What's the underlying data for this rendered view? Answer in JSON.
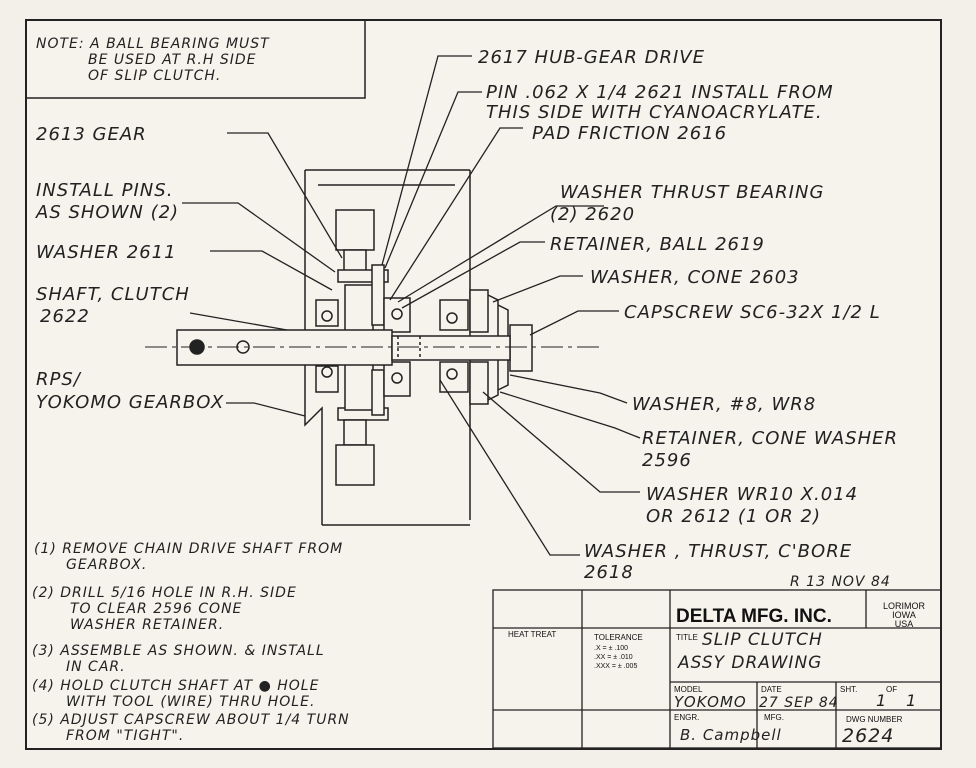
{
  "note": [
    "NOTE:  A BALL BEARING MUST",
    "BE USED AT R.H SIDE",
    "OF SLIP CLUTCH."
  ],
  "labels": {
    "hub_gear": "2617  HUB-GEAR DRIVE",
    "pin_1": "PIN  .062 X 1/4   2621  INSTALL FROM",
    "pin_2": "THIS SIDE WITH CYANOACRYLATE.",
    "pad_friction": "PAD  FRICTION  2616",
    "gear": "2613  GEAR",
    "install_pins_1": "INSTALL  PINS.",
    "install_pins_2": "AS SHOWN (2)",
    "washer_thrust_bearing_1": "WASHER THRUST BEARING",
    "washer_thrust_bearing_2": "(2) 2620",
    "washer_2611": "WASHER  2611",
    "retainer_ball": "RETAINER, BALL  2619",
    "washer_cone": "WASHER, CONE  2603",
    "shaft_1": "SHAFT, CLUTCH",
    "shaft_2": "2622",
    "capscrew": "CAPSCREW  SC6-32X 1/2 L",
    "rps_1": "RPS/",
    "rps_2": "YOKOMO GEARBOX",
    "washer_8": "WASHER, #8, WR8",
    "retainer_cone_1": "RETAINER, CONE WASHER",
    "retainer_cone_2": "2596",
    "washer_wr10_1": "WASHER  WR10 X.014",
    "washer_wr10_2": "OR 2612  (1 OR 2)",
    "washer_cbore_1": "WASHER , THRUST, C'BORE",
    "washer_cbore_2": "2618"
  },
  "steps": [
    [
      "(1)  REMOVE CHAIN DRIVE SHAFT FROM",
      "GEARBOX."
    ],
    [
      "(2)  DRILL 5/16 HOLE IN R.H. SIDE",
      "TO CLEAR 2596 CONE",
      "WASHER RETAINER."
    ],
    [
      "(3)  ASSEMBLE AS SHOWN. & INSTALL",
      "IN CAR."
    ],
    [
      "(4)  HOLD CLUTCH SHAFT AT ● HOLE",
      "WITH TOOL (WIRE) THRU HOLE."
    ],
    [
      "(5)  ADJUST CAPSCREW ABOUT 1/4 TURN",
      "FROM \"TIGHT\"."
    ]
  ],
  "revision": "R 13 NOV 84",
  "title_block": {
    "company": "DELTA MFG. INC.",
    "location": [
      "LORIMOR",
      "IOWA",
      "USA"
    ],
    "heat_treat": "HEAT TREAT",
    "tolerance_label": "TOLERANCE",
    "tolerances": [
      ".X  =  ± .100",
      ".XX  =  ± .010",
      ".XXX  =  ± .005"
    ],
    "title_label": "TITLE",
    "title": [
      "SLIP CLUTCH",
      "ASSY DRAWING"
    ],
    "model_label": "MODEL",
    "model": "YOKOMO",
    "date_label": "DATE",
    "date": "27 SEP 84",
    "sheet_label": "SHT.",
    "sheet": "1",
    "of_label": "OF",
    "of": "1",
    "engr_label": "ENGR.",
    "engr": "B. Campbell",
    "mfg_label": "MFG.",
    "dwg_label": "DWG  NUMBER",
    "dwg": "2624"
  }
}
